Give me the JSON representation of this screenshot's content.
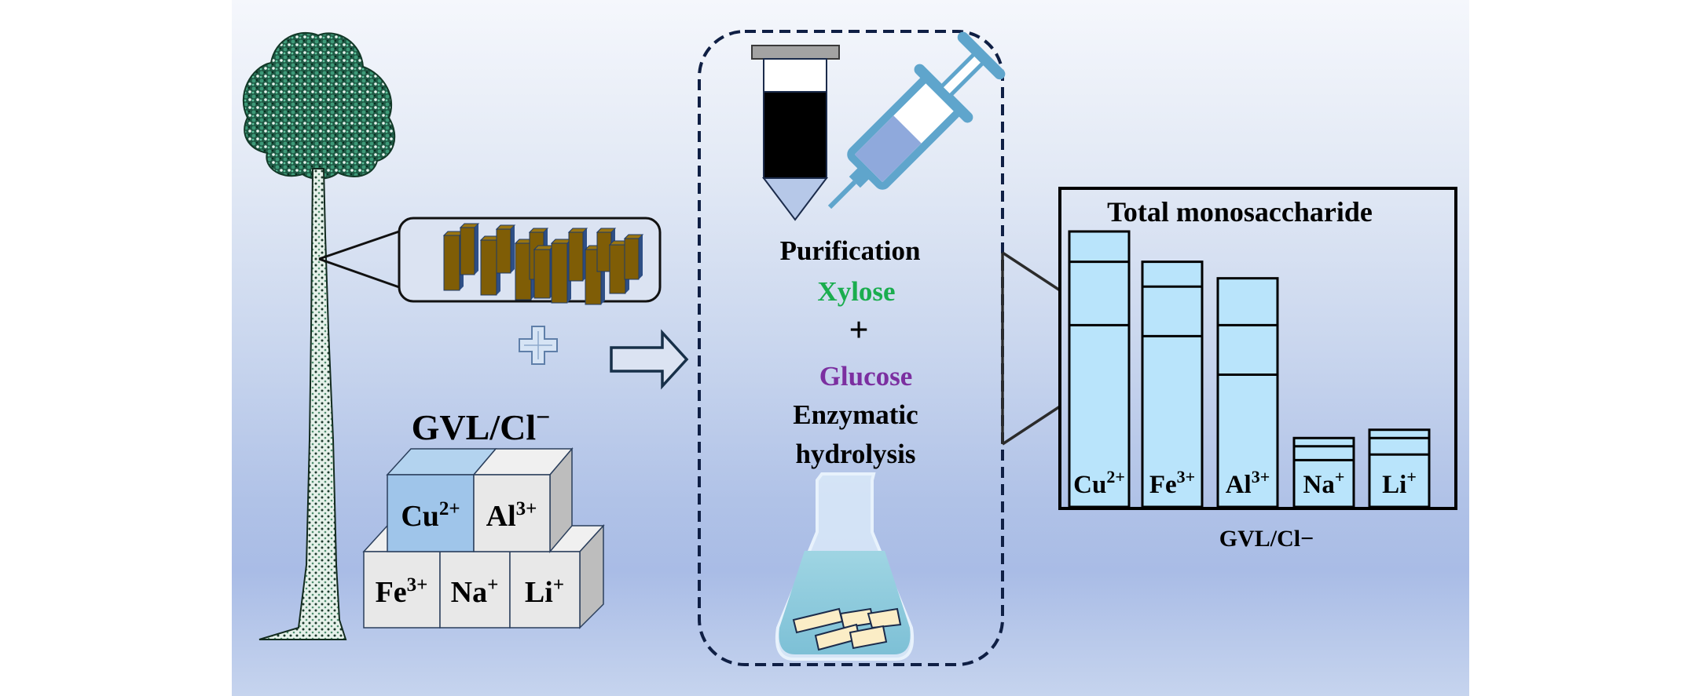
{
  "left_section": {
    "tree_label": "tree",
    "wood_zoom_label": "wood fibers",
    "plus_symbol": "+",
    "solvent_label": "GVL/Cl",
    "solvent_superscript": "−",
    "cubes": [
      {
        "ion": "Cu",
        "charge": "2+",
        "highlight": true
      },
      {
        "ion": "Al",
        "charge": "3+",
        "highlight": false
      },
      {
        "ion": "Fe",
        "charge": "3+",
        "highlight": false
      },
      {
        "ion": "Na",
        "charge": "+",
        "highlight": false
      },
      {
        "ion": "Li",
        "charge": "+",
        "highlight": false
      }
    ]
  },
  "process_box": {
    "purification_label": "Purification",
    "xylose_label": "Xylose",
    "plus_label": "+",
    "glucose_label": "Glucose",
    "enzymatic_label_line1": "Enzymatic",
    "enzymatic_label_line2": "hydrolysis"
  },
  "colors": {
    "xylose": "#1aad4e",
    "glucose": "#7b2fa0",
    "cube_highlight": "#9fc5ea",
    "cube_default": "#e8e8e8",
    "wood": "#7f5d06",
    "bar_fill": "#b9e4fb",
    "dash_border": "#0f1f44"
  },
  "chart_data": {
    "type": "bar",
    "stacked": true,
    "title": "Total monosaccharide",
    "xlabel": "GVL/Cl−",
    "ylabel": "",
    "categories": [
      {
        "ion": "Cu",
        "charge": "2+"
      },
      {
        "ion": "Fe",
        "charge": "3+"
      },
      {
        "ion": "Al",
        "charge": "3+"
      },
      {
        "ion": "Na",
        "charge": "+"
      },
      {
        "ion": "Li",
        "charge": "+"
      }
    ],
    "category_labels": [
      "Cu2+",
      "Fe3+",
      "Al3+",
      "Na+",
      "Li+"
    ],
    "series": [
      {
        "name": "segment 1 (bottom)",
        "values": [
          66,
          62,
          48,
          17,
          19
        ]
      },
      {
        "name": "segment 2 (middle)",
        "values": [
          23,
          18,
          18,
          5,
          6
        ]
      },
      {
        "name": "segment 3 (top)",
        "values": [
          11,
          9,
          17,
          3,
          3
        ]
      }
    ],
    "totals_relative": [
      100,
      89,
      83,
      25,
      28
    ],
    "ylim": [
      0,
      100
    ],
    "units": "relative (axis not labeled)",
    "grid": false,
    "legend": "none"
  }
}
